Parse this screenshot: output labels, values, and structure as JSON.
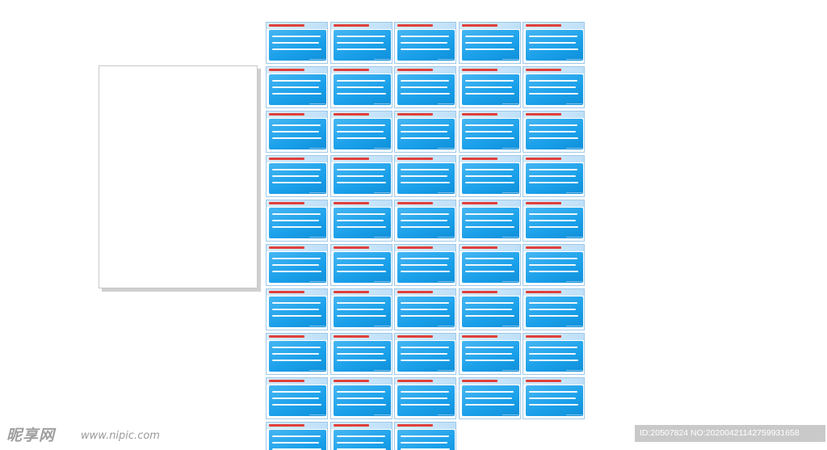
{
  "watermark": {
    "logo": "昵享网",
    "url": "www.nipic.com",
    "id_text": "ID:20507824 NO:20200421142759931658"
  },
  "colors": {
    "card_title": "#e0403a",
    "card_body": "#1aa0ea",
    "card_border": "#9ec9ea"
  },
  "grid": {
    "columns": 5,
    "rows": 10,
    "last_row_cards": 3
  }
}
